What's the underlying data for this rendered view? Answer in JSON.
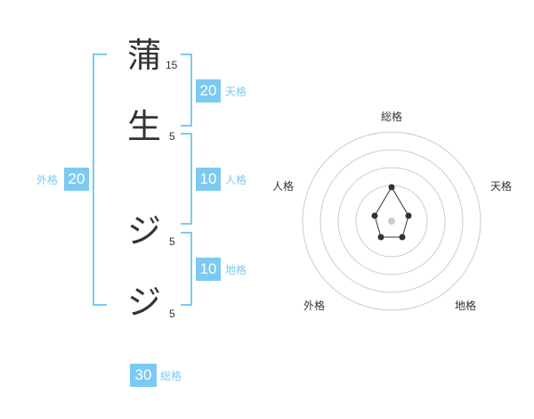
{
  "name": {
    "chars": [
      "蒲",
      "生",
      "ジ",
      "ジ"
    ],
    "strokes": [
      "15",
      "5",
      "5",
      "5"
    ]
  },
  "kaku": {
    "tenkaku": {
      "value": "20",
      "label": "天格"
    },
    "jinkaku": {
      "value": "10",
      "label": "人格"
    },
    "chikaku": {
      "value": "10",
      "label": "地格"
    },
    "gaikaku": {
      "value": "20",
      "label": "外格"
    },
    "soukaku": {
      "value": "30",
      "label": "総格"
    }
  },
  "radar": {
    "labels": {
      "top": "総格",
      "right": "天格",
      "bottom_right": "地格",
      "bottom_left": "外格",
      "left": "人格"
    },
    "colors": {
      "ring": "#cccccc",
      "polygon": "#333333",
      "accent": "#7ccaf2"
    }
  }
}
